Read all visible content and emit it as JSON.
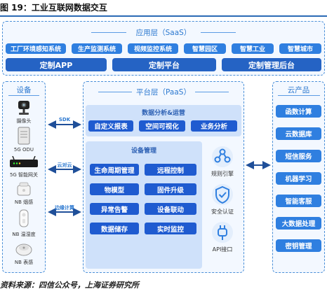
{
  "figure_title": "图 19：工业互联网数据交互",
  "saas": {
    "title": "应用层（SaaS）",
    "apps": [
      "工厂环境感知系统",
      "生产监测系统",
      "视频监控系统",
      "智慧园区",
      "智慧工业",
      "智慧城市"
    ],
    "custom": [
      "定制APP",
      "定制平台",
      "定制管理后台"
    ]
  },
  "devices": {
    "title": "设备",
    "items": [
      {
        "label": "摄像头",
        "icon": "camera-icon"
      },
      {
        "label": "5G ODU",
        "icon": "5g-odu-icon"
      },
      {
        "label": "5G 智能网关",
        "icon": "gateway-icon"
      },
      {
        "label": "NB 烟感",
        "icon": "smoke-sensor-icon"
      },
      {
        "label": "NB 温湿度",
        "icon": "thermo-sensor-icon"
      },
      {
        "label": "NB 表感",
        "icon": "meter-sensor-icon"
      }
    ]
  },
  "links": [
    "SDK",
    "云对云",
    "边缘计算"
  ],
  "paas": {
    "title": "平台层（PaaS）",
    "analytics": {
      "title": "数据分析&运营",
      "items": [
        "自定义报表",
        "空间可视化",
        "业务分析"
      ]
    },
    "device_mgmt": {
      "title": "设备管理",
      "items": [
        "生命周期管理",
        "远程控制",
        "物模型",
        "固件升级",
        "异常告警",
        "设备联动",
        "数据储存",
        "实时监控"
      ]
    },
    "services": [
      {
        "label": "规则引擎",
        "icon": "rule-engine-icon"
      },
      {
        "label": "安全认证",
        "icon": "shield-check-icon"
      },
      {
        "label": "API接口",
        "icon": "plug-icon"
      }
    ]
  },
  "cloud": {
    "title": "云产品",
    "items": [
      "函数计算",
      "云数据库",
      "短信服务",
      "机器学习",
      "智能客服",
      "大数据处理",
      "密钥管理"
    ]
  },
  "source": "资料来源：四信公众号，上海证券研究所",
  "colors": {
    "accent": "#2f7fe0",
    "dark_blue": "#1f5bd0",
    "panel": "#f3f8ff",
    "inner": "#cfe1fa"
  }
}
